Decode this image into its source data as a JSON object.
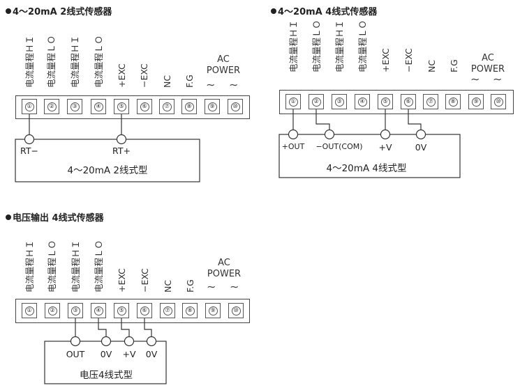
{
  "sections": [
    {
      "title": "4～20mA 2线式传感器",
      "terminal_labels": [
        "电流量程ＨＩ",
        "电流量程ＬＯ",
        "电流量程ＨＩ",
        "电流量程ＬＯ",
        "+EXC",
        "−EXC",
        "NC",
        "F.G"
      ],
      "ac_label": "AC\nPOWER",
      "terminal_numbers": [
        "①",
        "②",
        "③",
        "④",
        "⑤",
        "⑥",
        "⑦",
        "⑧",
        "⑨",
        "⑩"
      ],
      "device_title": "4～20mA 2线式型",
      "pins": [
        "RT−",
        "RT+"
      ]
    },
    {
      "title": "4～20mA 4线式传感器",
      "terminal_labels": [
        "电流量程ＨＩ",
        "电流量程ＬＯ",
        "电流量程ＨＩ",
        "电流量程ＬＯ",
        "+EXC",
        "−EXC",
        "NC",
        "F.G"
      ],
      "ac_label": "AC\nPOWER",
      "terminal_numbers": [
        "①",
        "②",
        "③",
        "④",
        "⑤",
        "⑥",
        "⑦",
        "⑧",
        "⑨",
        "⑩"
      ],
      "device_title": "4～20mA 4线式型",
      "pins": [
        "+OUT",
        "−OUT(COM)",
        "+V",
        "0V"
      ]
    },
    {
      "title": "电压输出 4线式传感器",
      "terminal_labels": [
        "电流量程ＨＩ",
        "电流量程ＬＯ",
        "电流量程ＨＩ",
        "电流量程ＬＯ",
        "+EXC",
        "−EXC",
        "NC",
        "F.G"
      ],
      "ac_label": "AC\nPOWER",
      "terminal_numbers": [
        "①",
        "②",
        "③",
        "④",
        "⑤",
        "⑥",
        "⑦",
        "⑧",
        "⑨",
        "⑩"
      ],
      "device_title": "电压4线式型",
      "pins": [
        "OUT",
        "0V",
        "+V",
        "0V"
      ]
    }
  ]
}
